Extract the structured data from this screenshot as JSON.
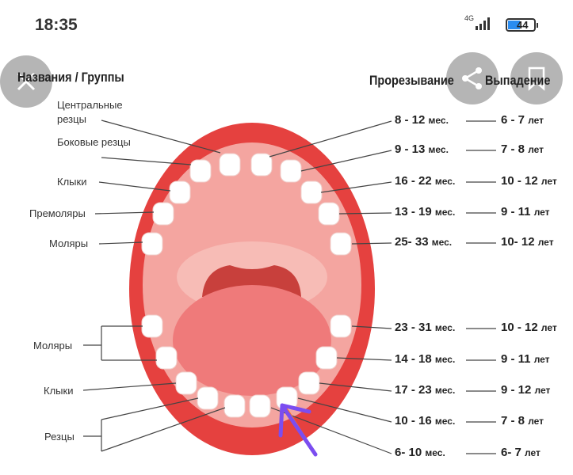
{
  "status_bar": {
    "time": "18:35",
    "network": "4G",
    "battery": "44"
  },
  "viewer": {
    "close_icon": "close-icon",
    "share_icon": "share-icon",
    "bookmark_icon": "bookmark-icon"
  },
  "chart": {
    "header_names": "Названия / Группы",
    "header_eruption": "Прорезывание",
    "header_loss": "Выпадение",
    "upper_labels": [
      "Центральные резцы",
      "Боковые резцы",
      "Клыки",
      "Премоляры",
      "Моляры"
    ],
    "lower_labels": [
      "Моляры",
      "Клыки",
      "Резцы"
    ],
    "upper_rows": [
      {
        "eruption": "8 - 12",
        "eruption_unit": "мес.",
        "loss": "6 - 7",
        "loss_unit": "лет"
      },
      {
        "eruption": "9 - 13",
        "eruption_unit": "мес.",
        "loss": "7 - 8",
        "loss_unit": "лет"
      },
      {
        "eruption": "16 - 22",
        "eruption_unit": "мес.",
        "loss": "10 - 12",
        "loss_unit": "лет"
      },
      {
        "eruption": "13 - 19",
        "eruption_unit": "мес.",
        "loss": "9 - 11",
        "loss_unit": "лет"
      },
      {
        "eruption": "25- 33",
        "eruption_unit": "мес.",
        "loss": "10- 12",
        "loss_unit": "лет"
      }
    ],
    "lower_rows": [
      {
        "eruption": "23 - 31",
        "eruption_unit": "мес.",
        "loss": "10 - 12",
        "loss_unit": "лет"
      },
      {
        "eruption": "14 - 18",
        "eruption_unit": "мес.",
        "loss": "9 - 11",
        "loss_unit": "лет"
      },
      {
        "eruption": "17 - 23",
        "eruption_unit": "мес.",
        "loss": "9 - 12",
        "loss_unit": "лет"
      },
      {
        "eruption": "10 - 16",
        "eruption_unit": "мес.",
        "loss": "7 - 8",
        "loss_unit": "лет"
      },
      {
        "eruption": "6- 10",
        "eruption_unit": "мес.",
        "loss": "6- 7",
        "loss_unit": "лет"
      }
    ]
  },
  "colors": {
    "lip": "#e5413f",
    "gum": "#f4a5a0",
    "throat": "#c8403c",
    "tongue": "#f08080",
    "annotation_arrow": "#7b4df0",
    "annotation_accent": "#ff7a1a"
  }
}
